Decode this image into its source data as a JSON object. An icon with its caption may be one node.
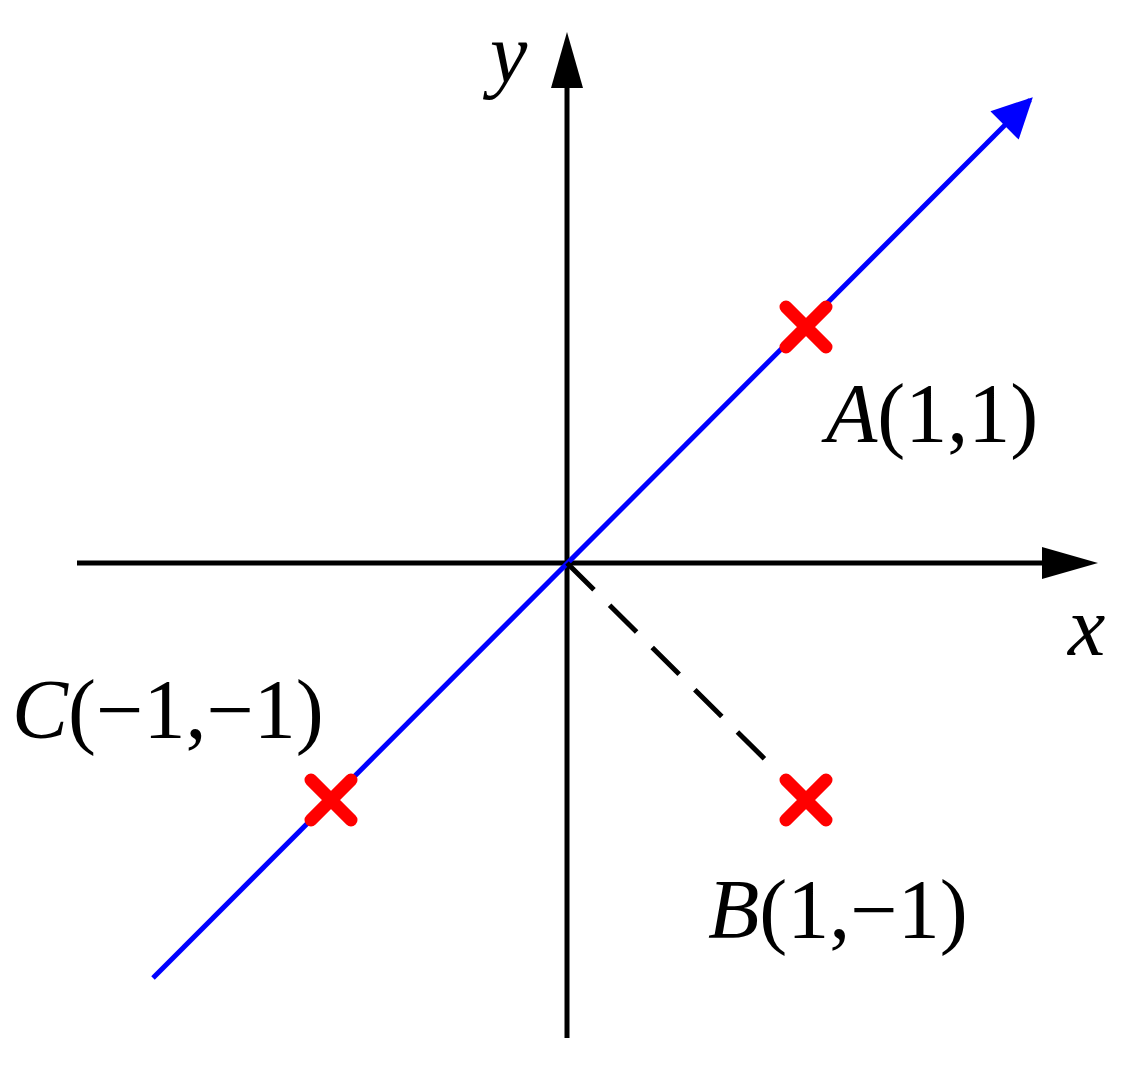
{
  "diagram": {
    "nodes": [
      {
        "text": [],
        "shape": "cross",
        "beside": [
          "*A*(1,1)"
        ]
      },
      {
        "text": [],
        "shape": "cross",
        "beside": [
          "*C*(−1,−1)"
        ]
      },
      {
        "text": [],
        "shape": "cross",
        "beside": [
          "*B*(1,−1)"
        ]
      }
    ],
    "edges": [
      {
        "from": null,
        "to": 2,
        "arrow": "none",
        "style": "dashed"
      }
    ],
    "labels": [
      "y",
      "x"
    ]
  }
}
